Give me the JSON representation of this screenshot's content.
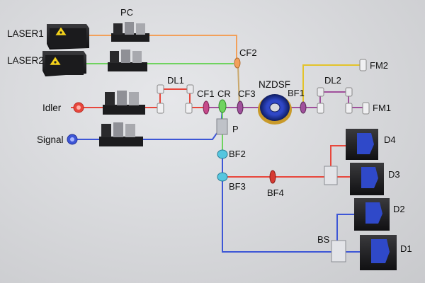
{
  "labels": {
    "laser1": "LASER1",
    "laser2": "LASER2",
    "pc": "PC",
    "cf2": "CF2",
    "dl1": "DL1",
    "cf1": "CF1",
    "cr": "CR",
    "cf3": "CF3",
    "nzdsf": "NZDSF",
    "bf1": "BF1",
    "dl2": "DL2",
    "fm2": "FM2",
    "fm1": "FM1",
    "idler": "Idler",
    "signal": "Signal",
    "p": "P",
    "bf2": "BF2",
    "bf3": "BF3",
    "bf4": "BF4",
    "bs": "BS",
    "d1": "D1",
    "d2": "D2",
    "d3": "D3",
    "d4": "D4"
  },
  "colors": {
    "beam_orange": "#f2a05a",
    "beam_green": "#6fd35f",
    "beam_red": "#e8473c",
    "beam_blue": "#3d56d6",
    "beam_yellow": "#e3c32a",
    "beam_purple": "#a0509c",
    "detector_blue": "#2f49c9",
    "box_dark": "#1f1f21",
    "laser_warning": "#f4d21a"
  }
}
